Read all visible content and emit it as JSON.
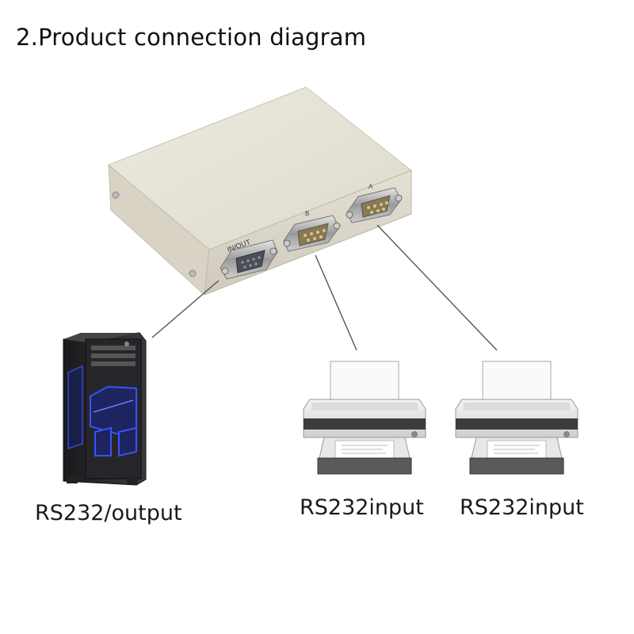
{
  "title": "2.Product connection diagram",
  "switch_box": {
    "port_labels": {
      "inout": "IN/OUT",
      "b": "B",
      "a": "A"
    },
    "color": "#e8e4d8"
  },
  "devices": {
    "computer": {
      "label": "RS232/output",
      "accent": "#3a52ff"
    },
    "printer_b": {
      "label": "RS232input"
    },
    "printer_a": {
      "label": "RS232input"
    }
  }
}
